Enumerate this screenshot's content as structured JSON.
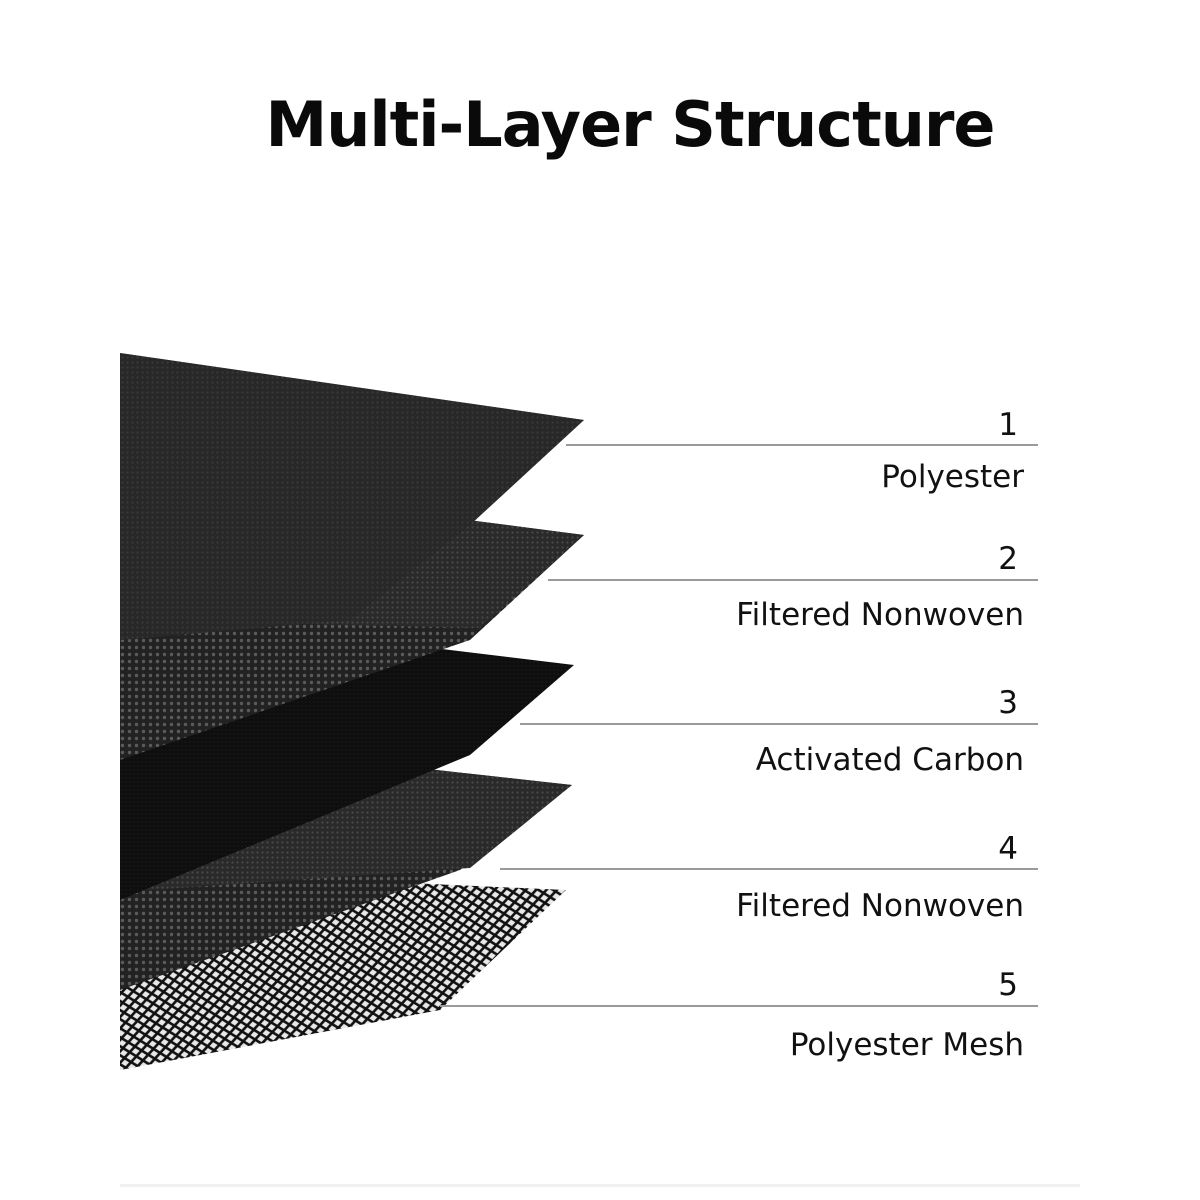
{
  "title": "Multi-Layer Structure",
  "layers": [
    {
      "number": "1",
      "name": "Polyester"
    },
    {
      "number": "2",
      "name": "Filtered Nonwoven"
    },
    {
      "number": "3",
      "name": "Activated Carbon"
    },
    {
      "number": "4",
      "name": "Filtered Nonwoven"
    },
    {
      "number": "5",
      "name": "Polyester Mesh"
    }
  ],
  "colors": {
    "polyester": "#242424",
    "nonwoven": "#2e2e2e",
    "carbon": "#0f0f0f",
    "mesh": "#1a1a1a",
    "leader_line": "#9a9a9a"
  }
}
